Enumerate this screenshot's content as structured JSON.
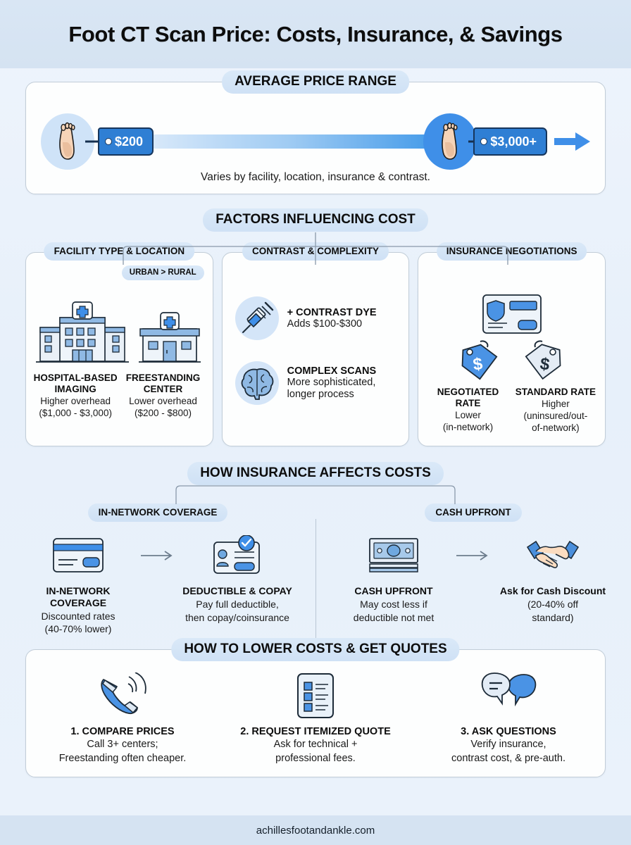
{
  "header": {
    "title": "Foot CT Scan Price: Costs, Insurance, & Savings"
  },
  "price_range": {
    "title": "AVERAGE PRICE RANGE",
    "low_label": "$200",
    "high_label": "$3,000+",
    "note": "Varies by facility, location, insurance & contrast.",
    "low_icon": "foot-icon",
    "high_icon": "foot-icon",
    "arrow_icon": "arrow-right-icon"
  },
  "factors": {
    "title": "FACTORS INFLUENCING COST",
    "cards": [
      {
        "heading": "FACILITY TYPE & LOCATION",
        "badge": "URBAN > RURAL",
        "items": [
          {
            "icon": "hospital-building-icon",
            "name": "HOSPITAL-BASED IMAGING",
            "desc": "Higher overhead ($1,000 - $3,000)",
            "desc_line1": "Higher overhead",
            "desc_line2": "($1,000 - $3,000)"
          },
          {
            "icon": "clinic-building-icon",
            "name": "FREESTANDING CENTER",
            "desc": "Lower overhead ($200 - $800)",
            "desc_line1": "Lower overhead",
            "desc_line2": "($200 - $800)"
          }
        ]
      },
      {
        "heading": "CONTRAST & COMPLEXITY",
        "items": [
          {
            "icon": "syringe-icon",
            "name": "+ CONTRAST DYE",
            "desc_line1": "Adds $100-$300",
            "desc_line2": ""
          },
          {
            "icon": "brain-icon",
            "name": "COMPLEX SCANS",
            "desc_line1": "More sophisticated,",
            "desc_line2": "longer process"
          }
        ]
      },
      {
        "heading": "INSURANCE NEGOTIATIONS",
        "top_icon": "insurance-card-icon",
        "items": [
          {
            "icon": "price-tag-blue-icon",
            "name": "NEGOTIATED RATE",
            "desc_line1": "Lower",
            "desc_line2": "(in-network)",
            "desc_line3": ""
          },
          {
            "icon": "price-tag-gray-icon",
            "name": "STANDARD RATE",
            "desc_line1": "Higher",
            "desc_line2": "(uninsured/out-",
            "desc_line3": "of-network)"
          }
        ]
      }
    ]
  },
  "insurance": {
    "title": "HOW INSURANCE AFFECTS COSTS",
    "groups": [
      {
        "label": "IN-NETWORK COVERAGE",
        "items": [
          {
            "icon": "credit-card-icon",
            "name": "IN-NETWORK COVERAGE",
            "desc_line1": "Discounted rates",
            "desc_line2": "(40-70% lower)"
          },
          {
            "icon": "id-card-check-icon",
            "name": "DEDUCTIBLE & COPAY",
            "desc_line1": "Pay full deductible,",
            "desc_line2": "then copay/coinsurance"
          }
        ],
        "arrow_icon": "arrow-right-icon"
      },
      {
        "label": "CASH UPFRONT",
        "items": [
          {
            "icon": "cash-banknote-icon",
            "name": "CASH UPFRONT",
            "desc_line1": "May cost less if",
            "desc_line2": "deductible not met"
          },
          {
            "icon": "handshake-icon",
            "name": "Ask for Cash Discount",
            "desc_line1": "(20-40% off",
            "desc_line2": "standard)"
          }
        ],
        "arrow_icon": "arrow-right-icon"
      }
    ]
  },
  "lower_costs": {
    "title": "HOW TO LOWER COSTS & GET QUOTES",
    "steps": [
      {
        "icon": "phone-ringing-icon",
        "title": "1. COMPARE PRICES",
        "desc_line1": "Call 3+ centers;",
        "desc_line2": "Freestanding often cheaper."
      },
      {
        "icon": "itemized-list-icon",
        "title": "2. REQUEST ITEMIZED QUOTE",
        "desc_line1": "Ask for technical +",
        "desc_line2": "professional fees."
      },
      {
        "icon": "speech-bubbles-icon",
        "title": "3. ASK QUESTIONS",
        "desc_line1": "Verify insurance,",
        "desc_line2": "contrast cost, & pre-auth."
      }
    ]
  },
  "footer": {
    "url": "achillesfootandankle.com"
  },
  "colors": {
    "accent_blue": "#3f8fe8",
    "deep_blue": "#2f7fd4",
    "pill_blue": "#d6e7f8",
    "header_band": "#d5e3f2",
    "page_bg": "#eaf2fb",
    "card_border": "#c2cdd8",
    "ink": "#0d0d0d"
  }
}
